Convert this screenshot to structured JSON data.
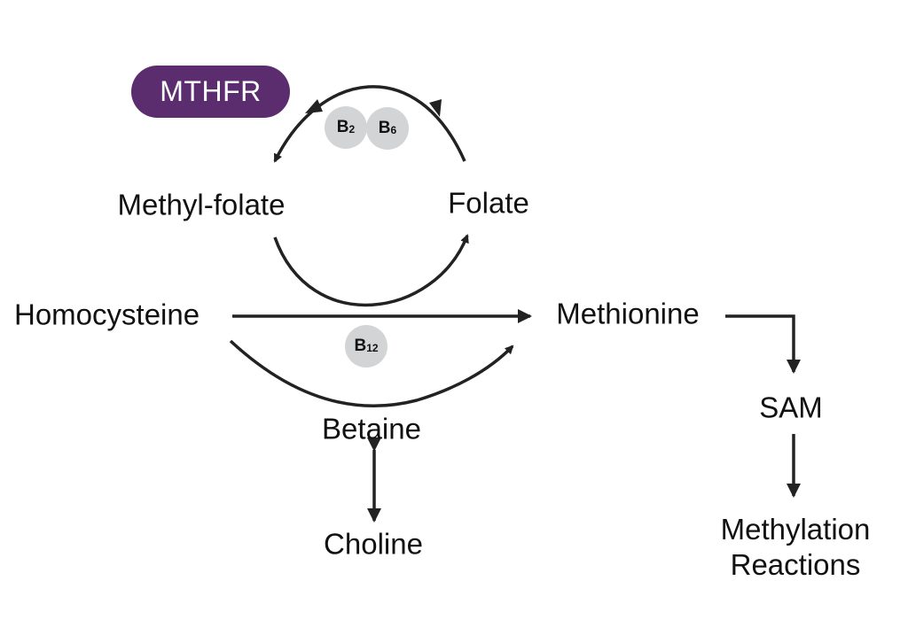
{
  "colors": {
    "enzyme": "#5b2d6e",
    "cofactor_fill": "#d3d4d6",
    "arrow": "#222222",
    "text": "#111111"
  },
  "enzyme": {
    "label": "MTHFR"
  },
  "cofactors": {
    "b2": {
      "base": "B",
      "sub": "2"
    },
    "b6": {
      "base": "B",
      "sub": "6"
    },
    "b12": {
      "base": "B",
      "sub": "12"
    }
  },
  "nodes": {
    "methyl_folate": "Methyl-folate",
    "folate": "Folate",
    "homocysteine": "Homocysteine",
    "methionine": "Methionine",
    "betaine": "Betaine",
    "choline": "Choline",
    "sam": "SAM",
    "methylation_line1": "Methylation",
    "methylation_line2": "Reactions"
  }
}
